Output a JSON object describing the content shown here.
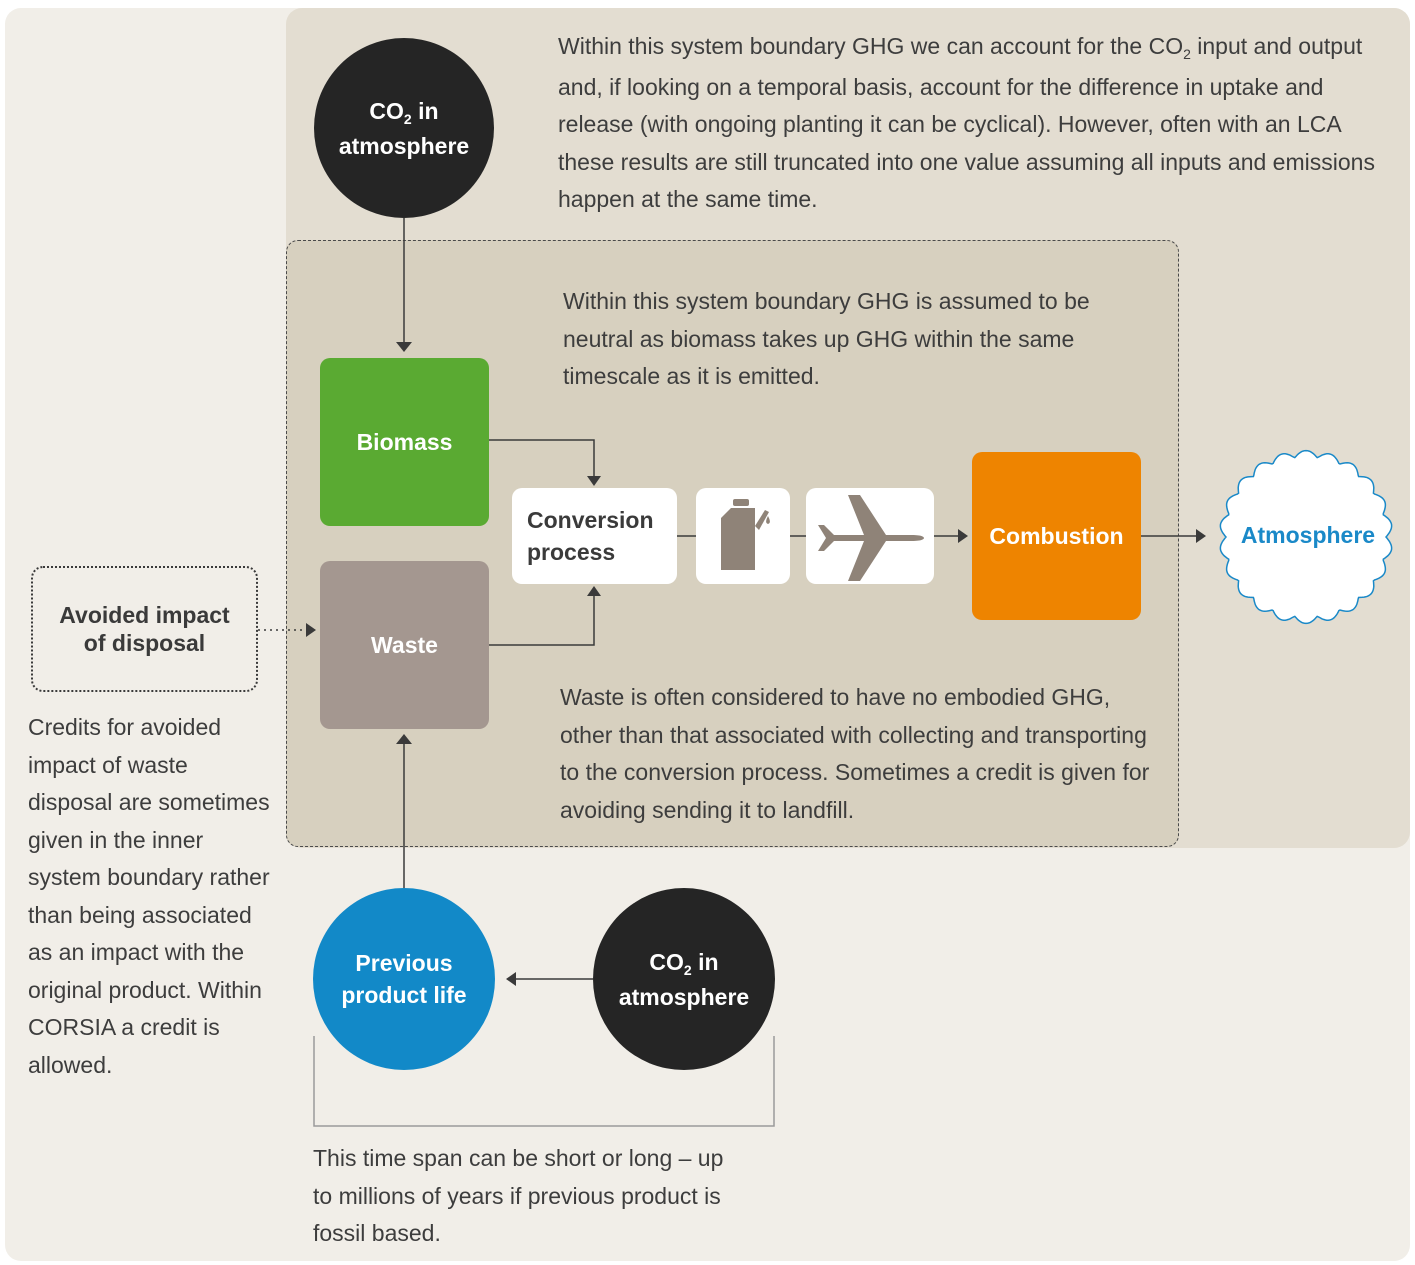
{
  "text": {
    "top_paragraph_1": "Within this system boundary GHG we can account for the CO",
    "top_paragraph_2": " input and output and, if looking on a temporal basis, account for the difference in uptake and release (with ongoing planting it can be cyclical). However, often with an LCA these results are still truncated into one value assuming all inputs and emissions happen at the same time.",
    "inner_paragraph": "Within this system boundary GHG is assumed to be neutral as biomass takes up GHG within the same timescale as it is emitted.",
    "waste_paragraph": "Waste is often considered to have no embodied GHG, other than that associated with collecting and transporting to the conversion process. Sometimes a credit is given for avoiding sending it to landfill.",
    "left_paragraph": "Credits for avoided impact of waste disposal are sometimes given in the inner system boundary rather than being associated as an impact with the original product. Within CORSIA a credit is allowed.",
    "bottom_paragraph": "This time span can be short or long – up to millions of years if previous product is fossil based."
  },
  "nodes": {
    "co2_top_line1": "CO",
    "co2_sub": "2",
    "co2_in": " in",
    "co2_line2": "atmosphere",
    "biomass": "Biomass",
    "waste": "Waste",
    "conversion_line1": "Conversion",
    "conversion_line2": "process",
    "combustion": "Combustion",
    "atmosphere": "Atmosphere",
    "avoided_line1": "Avoided impact",
    "avoided_line2": "of disposal",
    "previous_line1": "Previous",
    "previous_line2": "product life"
  },
  "icons": {
    "fuel_can": "fuel-can-icon",
    "airplane": "airplane-icon"
  },
  "colors": {
    "biomass": "#5aaa32",
    "waste": "#a49790",
    "combustion": "#ee8400",
    "atmosphere": "#1a89c8",
    "previous_product": "#1289c8",
    "co2": "#252525"
  }
}
